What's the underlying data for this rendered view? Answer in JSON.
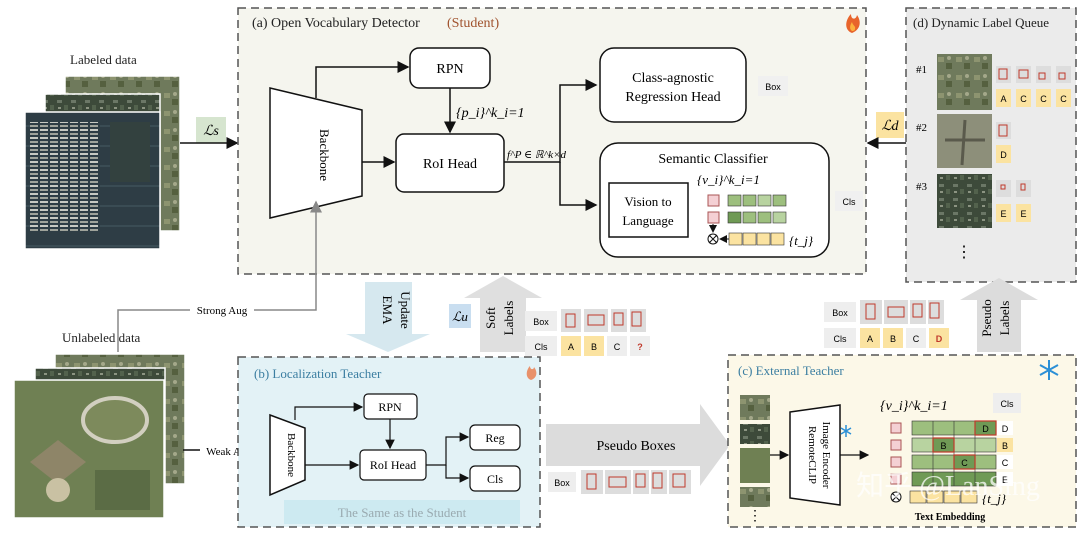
{
  "student": {
    "title": "(a) Open Vocabulary Detector",
    "title_suffix": "(Student)",
    "backbone": "Backbone",
    "rpn": "RPN",
    "roi_head": "RoI Head",
    "proposals": "{p_i}^k_i=1",
    "feature": "f^P ∈ ℝ^k×d",
    "regression_head": [
      "Class-agnostic",
      "Regression Head"
    ],
    "box_tag": "Box",
    "semantic_classifier": "Semantic Classifier",
    "vision_to_language": [
      "Vision to",
      "Language"
    ],
    "visual_embed": "{v_i}^k_i=1",
    "text_embed": "{t_j}",
    "cls_tag": "Cls"
  },
  "labeled_data": "Labeled data",
  "unlabeled_data": "Unlabeled data",
  "loss_s": "ℒs",
  "loss_u": "ℒu",
  "loss_d": "ℒd",
  "strong_aug": "Strong Aug",
  "weak_aug": "Weak Aug",
  "ema_update": [
    "EMA",
    "Update"
  ],
  "soft_labels": [
    "Soft",
    "Labels"
  ],
  "soft_box_tag": "Box",
  "soft_cls_tag": "Cls",
  "soft_cls_values": [
    "A",
    "B",
    "C",
    "?"
  ],
  "teacher": {
    "title": "(b) Localization Teacher",
    "backbone": "Backbone",
    "rpn": "RPN",
    "roi_head": "RoI Head",
    "reg": "Reg",
    "cls": "Cls",
    "same_as_student": "The Same as the Student"
  },
  "pseudo_boxes": "Pseudo Boxes",
  "pseudo_box_tag": "Box",
  "external": {
    "title": "(c) External Teacher",
    "encoder": [
      "RemoteCLIP",
      "Image Encoder"
    ],
    "visual_embed": "{v_i}^k_i=1",
    "text_embed": "{t_j}",
    "text_embedding_label": "Text Embedding",
    "cls_tag": "Cls",
    "cls_values": [
      "D",
      "B",
      "C",
      "E"
    ],
    "grid_letters": [
      "D",
      "B",
      "C",
      "E"
    ]
  },
  "pseudo_labels": [
    "Pseudo",
    "Labels"
  ],
  "pseudo_label_box_tag": "Box",
  "pseudo_label_cls_tag": "Cls",
  "pseudo_label_cls_values": [
    "A",
    "B",
    "C",
    "D"
  ],
  "queue": {
    "title": "(d) Dynamic Label Queue",
    "items": [
      {
        "id": "#1",
        "labels": [
          "A",
          "C",
          "C",
          "C"
        ]
      },
      {
        "id": "#2",
        "labels": [
          "D"
        ]
      },
      {
        "id": "#3",
        "labels": [
          "E",
          "E"
        ]
      }
    ],
    "ellipsis": "⋮"
  },
  "watermark": "知乎 @LanSing",
  "colors": {
    "student_bg": "#f5f5ee",
    "teacher_bg": "#e3f2f6",
    "external_bg": "#fcf8e8",
    "queue_bg": "#ebebeb",
    "label_yellow": "#fbe3a1",
    "box_red": "#c0392b",
    "embed_green": "#9dbf7e",
    "title_orange": "#a0522d",
    "teacher_title": "#3b7ea1"
  }
}
